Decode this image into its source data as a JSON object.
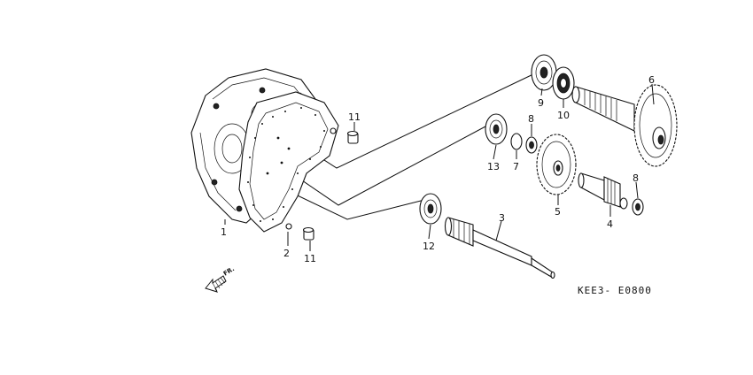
{
  "diagram": {
    "code": "KEE3- E0800",
    "direction_label": "FR.",
    "callouts": [
      {
        "id": "c1",
        "text": "1"
      },
      {
        "id": "c2",
        "text": "2"
      },
      {
        "id": "c3",
        "text": "3"
      },
      {
        "id": "c4",
        "text": "4"
      },
      {
        "id": "c5",
        "text": "5"
      },
      {
        "id": "c6",
        "text": "6"
      },
      {
        "id": "c7",
        "text": "7"
      },
      {
        "id": "c8a",
        "text": "8"
      },
      {
        "id": "c8b",
        "text": "8"
      },
      {
        "id": "c9",
        "text": "9"
      },
      {
        "id": "c10",
        "text": "10"
      },
      {
        "id": "c11a",
        "text": "11"
      },
      {
        "id": "c11b",
        "text": "11"
      },
      {
        "id": "c12",
        "text": "12"
      },
      {
        "id": "c13",
        "text": "13"
      }
    ]
  }
}
